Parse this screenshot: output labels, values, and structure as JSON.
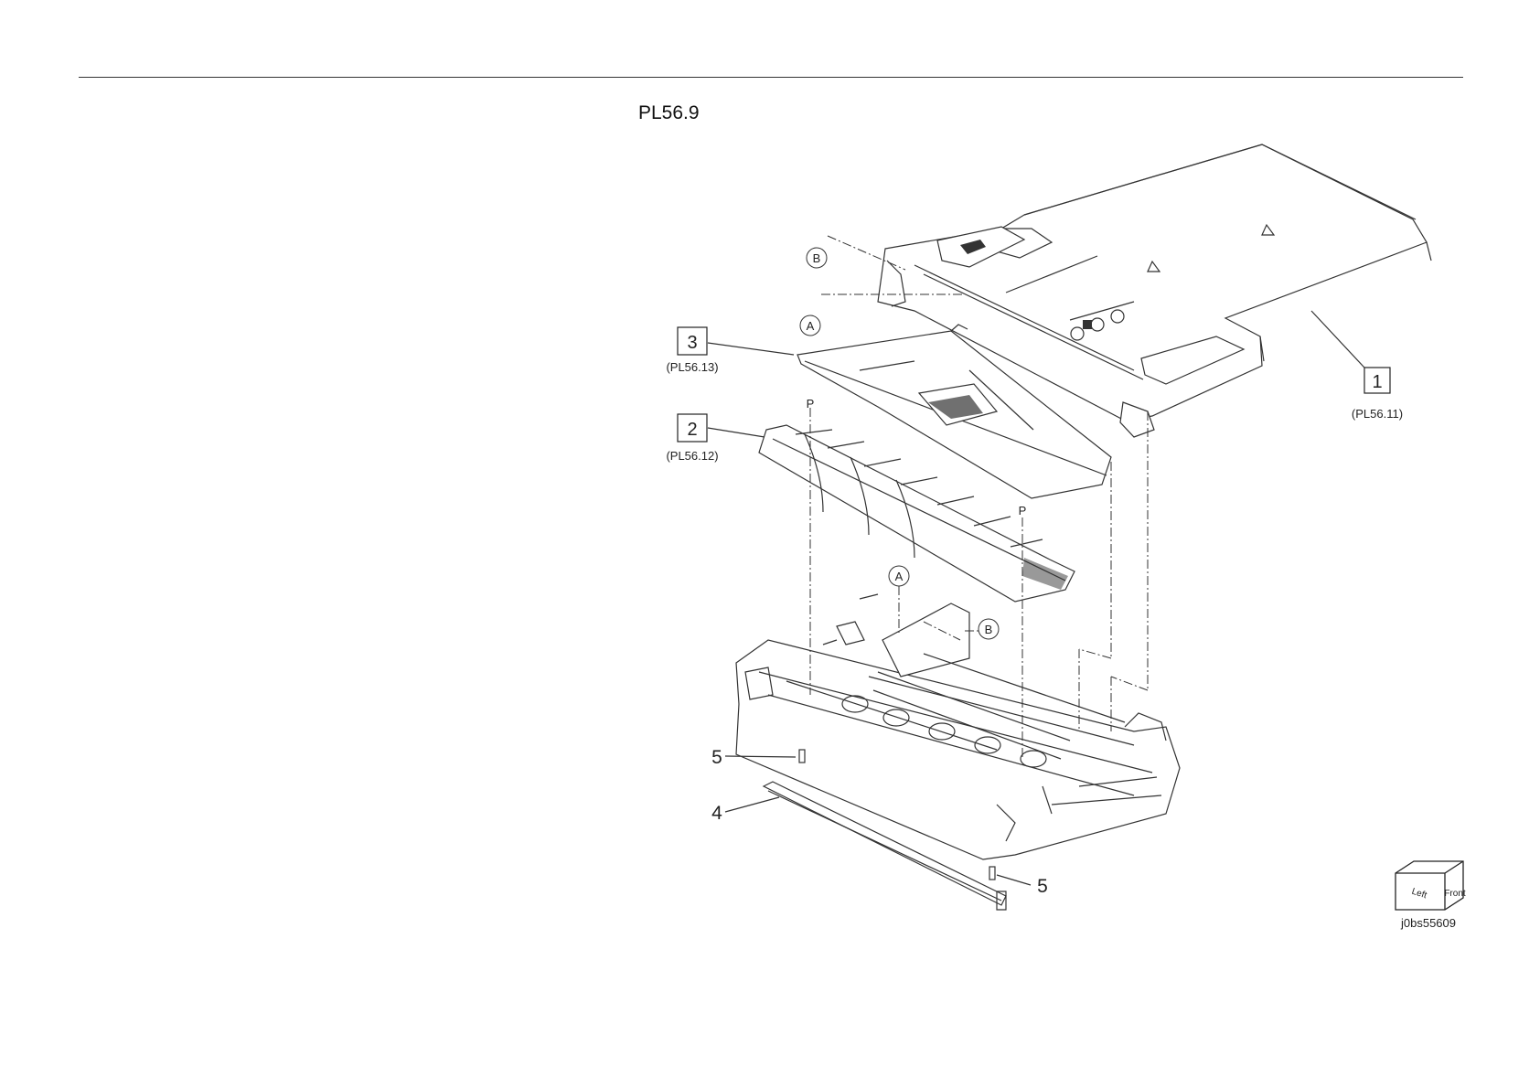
{
  "page": {
    "title": "PL56.9",
    "image_id": "j0bs55609"
  },
  "callouts": [
    {
      "num": "1",
      "ref": "(PL56.11)",
      "boxed": true
    },
    {
      "num": "2",
      "ref": "(PL56.12)",
      "boxed": true
    },
    {
      "num": "3",
      "ref": "(PL56.13)",
      "boxed": true
    },
    {
      "num": "4",
      "ref": "",
      "boxed": false
    },
    {
      "num": "5",
      "ref": "",
      "boxed": false
    }
  ],
  "markers": {
    "a": "A",
    "b": "B",
    "p": "P"
  },
  "orientation": {
    "left": "Left",
    "front": "Front"
  },
  "colors": {
    "line": "#333333",
    "fill": "#ffffff",
    "text": "#222222"
  }
}
